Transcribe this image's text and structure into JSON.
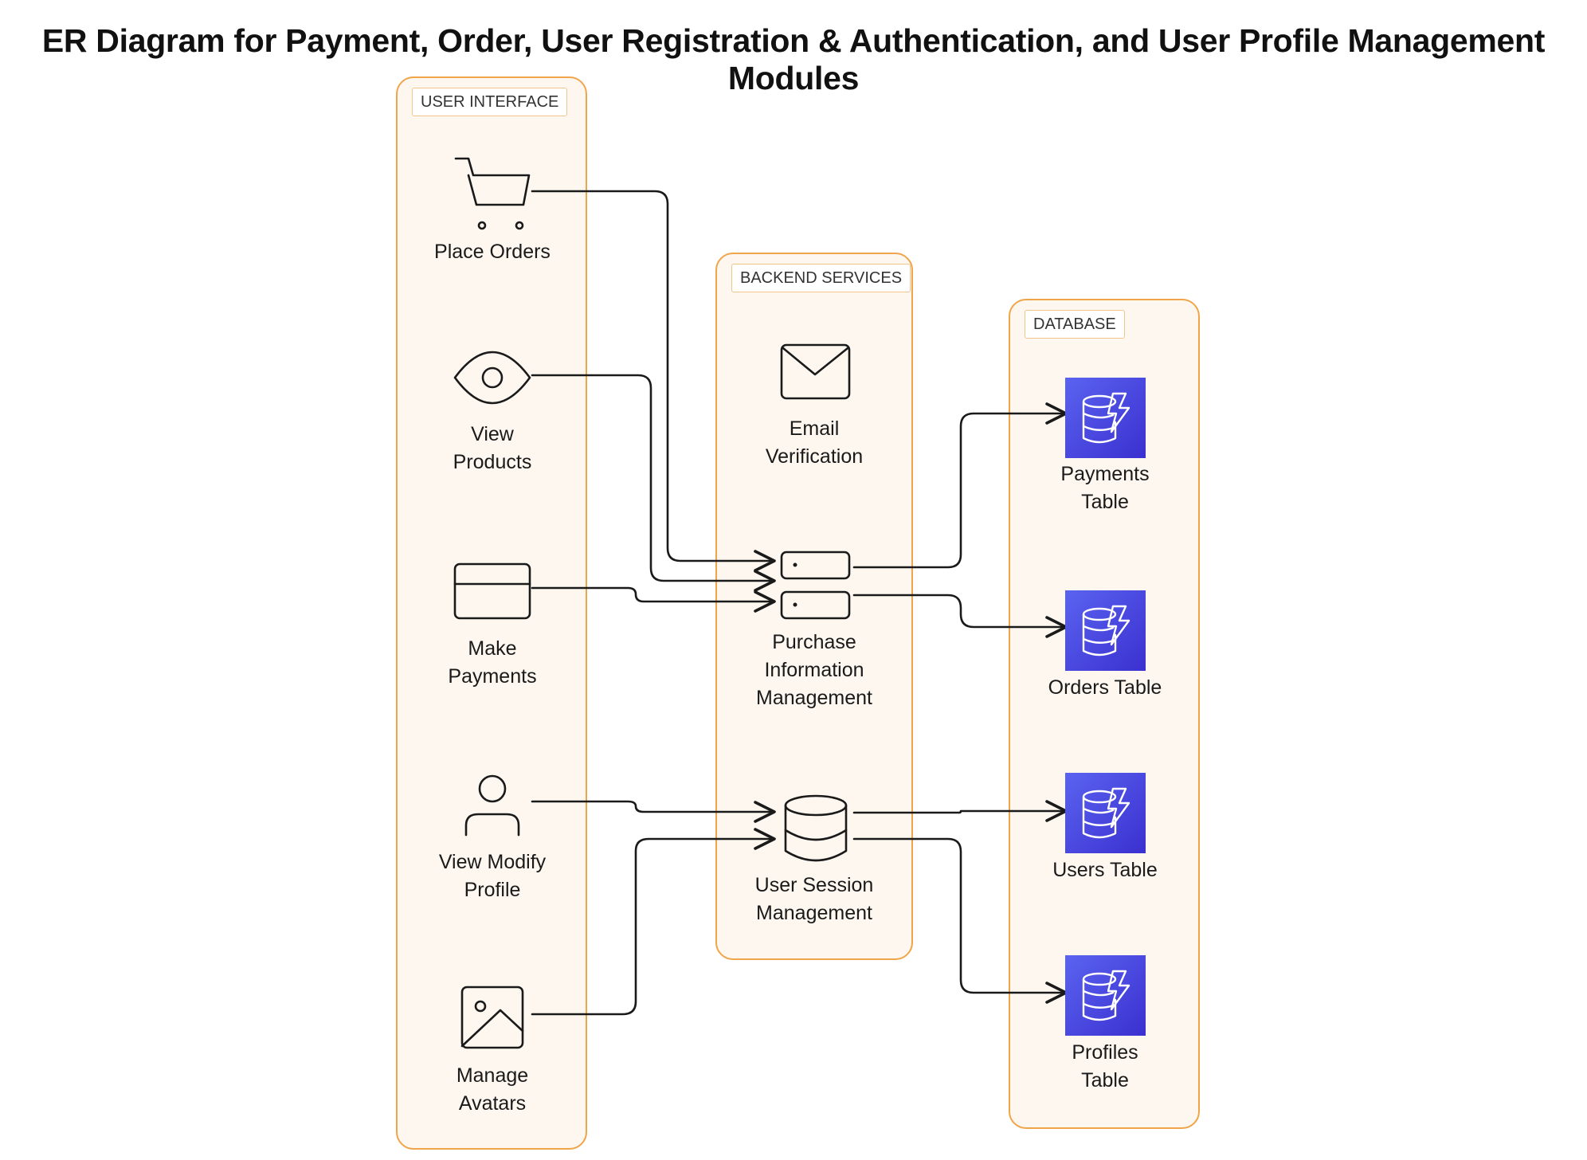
{
  "title": "ER Diagram for Payment, Order, User Registration & Authentication, and User Profile Management Modules",
  "groups": {
    "user_interface": {
      "label": "USER INTERFACE",
      "items": {
        "place_orders": {
          "icon": "shopping-cart-icon",
          "lines": [
            "Place Orders"
          ]
        },
        "view_products": {
          "icon": "eye-icon",
          "lines": [
            "View",
            "Products"
          ]
        },
        "make_payments": {
          "icon": "credit-card-icon",
          "lines": [
            "Make",
            "Payments"
          ]
        },
        "view_modify_profile": {
          "icon": "user-icon",
          "lines": [
            "View Modify",
            "Profile"
          ]
        },
        "manage_avatars": {
          "icon": "image-icon",
          "lines": [
            "Manage",
            "Avatars"
          ]
        }
      }
    },
    "backend_services": {
      "label": "BACKEND SERVICES",
      "items": {
        "email_verification": {
          "icon": "envelope-icon",
          "lines": [
            "Email",
            "Verification"
          ]
        },
        "purchase_info": {
          "icon": "server-icon",
          "lines": [
            "Purchase",
            "Information",
            "Management"
          ]
        },
        "user_session": {
          "icon": "database-icon",
          "lines": [
            "User Session",
            "Management"
          ]
        }
      }
    },
    "database": {
      "label": "DATABASE",
      "items": {
        "payments_table": {
          "icon": "dynamodb-icon",
          "lines": [
            "Payments",
            "Table"
          ]
        },
        "orders_table": {
          "icon": "dynamodb-icon",
          "lines": [
            "Orders Table"
          ]
        },
        "users_table": {
          "icon": "dynamodb-icon",
          "lines": [
            "Users Table"
          ]
        },
        "profiles_table": {
          "icon": "dynamodb-icon",
          "lines": [
            "Profiles",
            "Table"
          ]
        }
      }
    }
  },
  "edges": [
    {
      "from": "Place Orders",
      "to": "Purchase Information Management"
    },
    {
      "from": "View Products",
      "to": "Purchase Information Management"
    },
    {
      "from": "Make Payments",
      "to": "Purchase Information Management"
    },
    {
      "from": "View Modify Profile",
      "to": "User Session Management"
    },
    {
      "from": "Manage Avatars",
      "to": "User Session Management"
    },
    {
      "from": "Purchase Information Management",
      "to": "Payments Table"
    },
    {
      "from": "Purchase Information Management",
      "to": "Orders Table"
    },
    {
      "from": "User Session Management",
      "to": "Users Table"
    },
    {
      "from": "User Session Management",
      "to": "Profiles Table"
    }
  ],
  "colors": {
    "group_border": "#f0a54a",
    "group_fill": "#fdf7f0",
    "db_icon": "#4640e0",
    "stroke": "#1a1a1a"
  }
}
